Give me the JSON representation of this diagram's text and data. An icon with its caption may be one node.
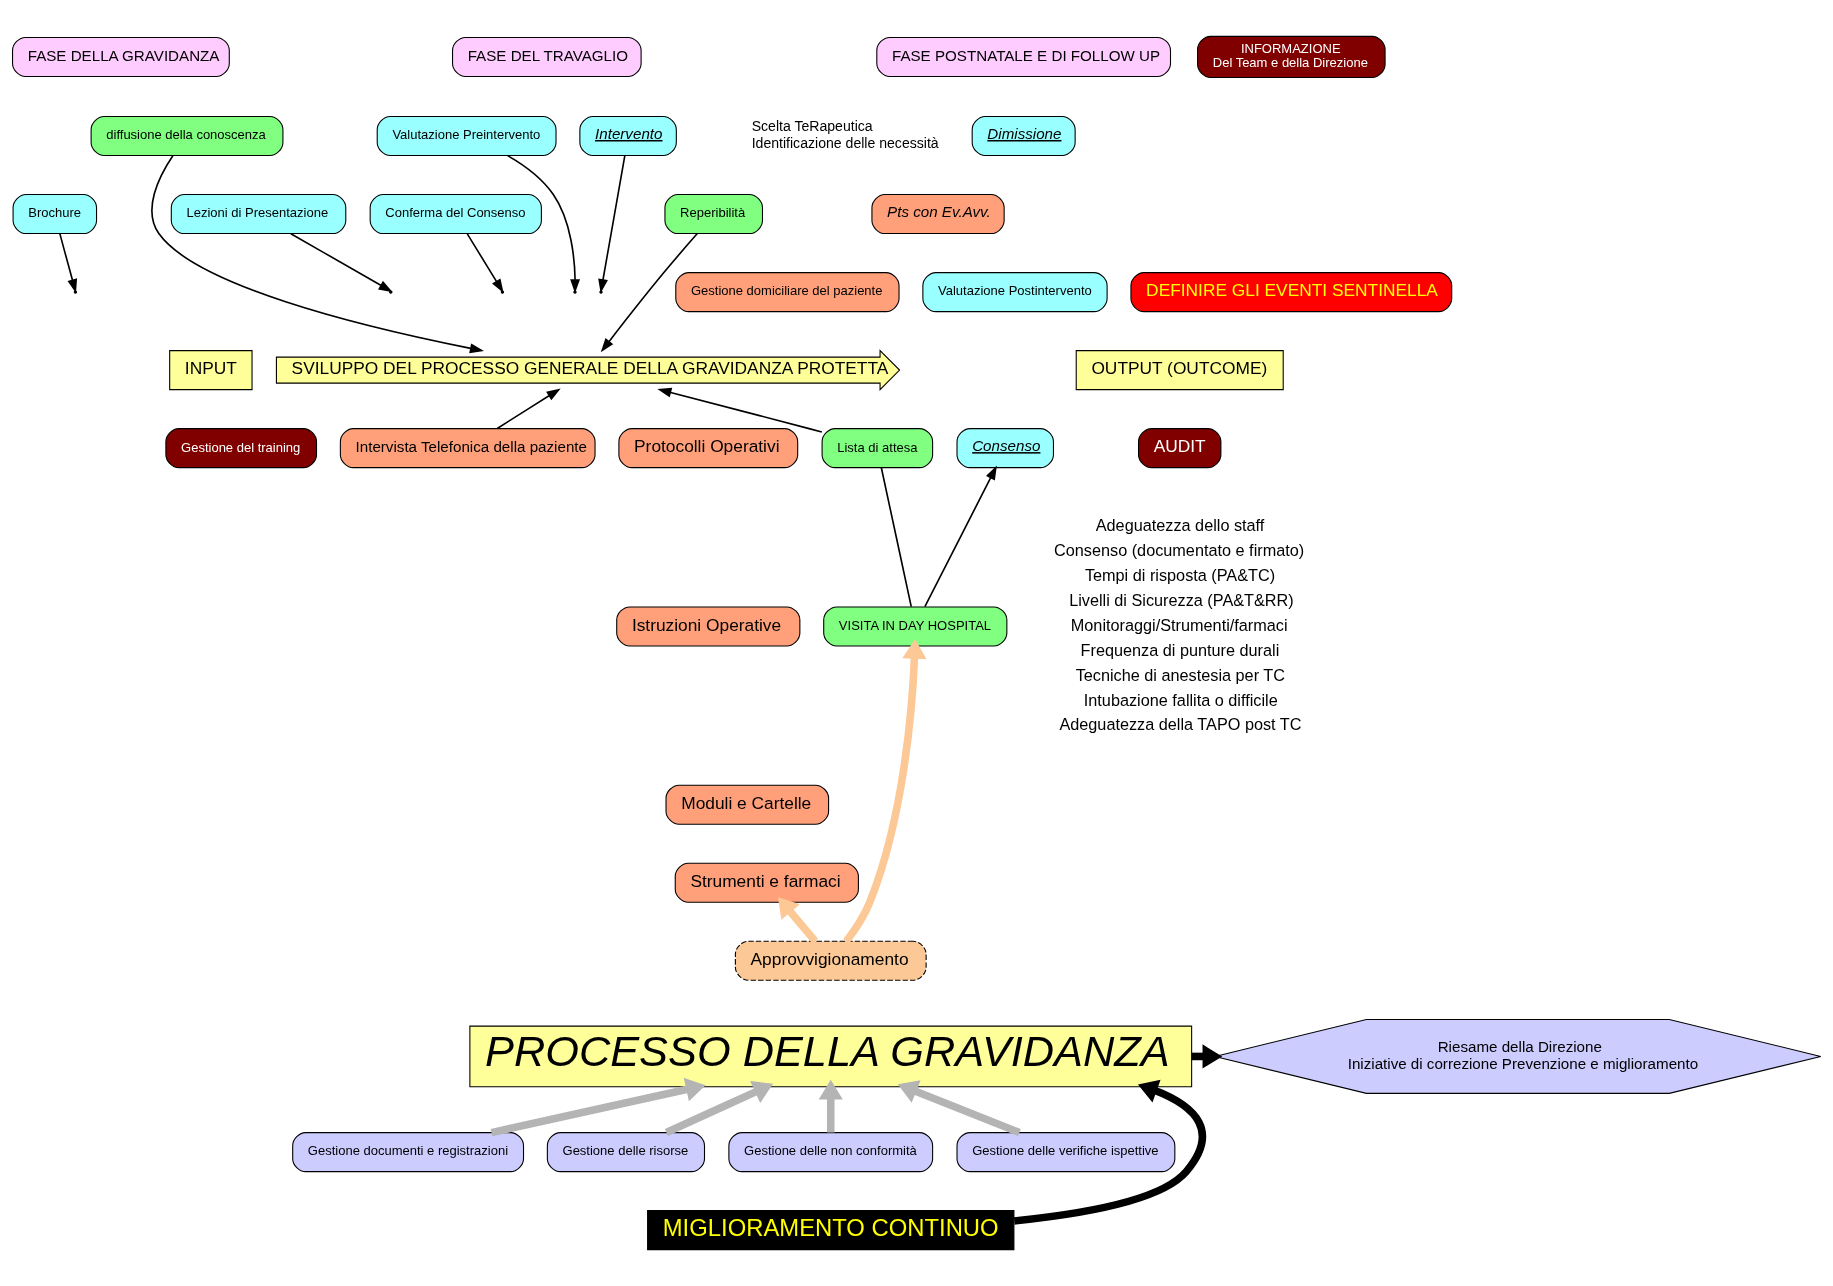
{
  "diagram": {
    "nodes": [
      {
        "text": [
          "FASE DELLA GRAVIDANZA"
        ]
      },
      {
        "text": [
          "FASE DEL TRAVAGLIO"
        ]
      },
      {
        "text": [
          "FASE POSTNATALE E DI FOLLOW UP"
        ]
      },
      {
        "text": [
          "Reperibilità"
        ]
      },
      {
        "text": [
          "Conferma del Consenso"
        ]
      },
      {
        "text": [
          "diffusione della conoscenza"
        ]
      },
      {
        "text": [
          "Brochure"
        ]
      },
      {
        "text": [
          "Lezioni di Presentazione"
        ]
      },
      {
        "text": [
          "Valutazione Preintervento"
        ]
      },
      {
        "text": [
          "Intervento"
        ],
        "beside": [
          "Scelta TeRapeutica",
          "Identificazione delle necessità"
        ]
      },
      {
        "text": [
          "Dimissione"
        ]
      },
      {
        "text": [
          "INFORMAZIONE",
          "Del Team e della Direzione"
        ]
      },
      {
        "text": [
          "DEFINIRE GLI EVENTI SENTINELLA"
        ]
      },
      {
        "text": [
          "Pts con Ev.Avv."
        ]
      },
      {
        "text": [
          "Gestione domiciliare del paziente"
        ]
      },
      {
        "text": [
          "Valutazione Postintervento"
        ]
      },
      {
        "text": [
          "INPUT"
        ]
      },
      {
        "text": [
          "SVILUPPO DEL PROCESSO GENERALE DELLA GRAVIDANZA PROTETTA"
        ]
      },
      {
        "text": [
          "OUTPUT (OUTCOME)"
        ]
      },
      {
        "text": [
          "AUDIT"
        ]
      },
      {
        "text": [
          "Lista di attesa"
        ]
      },
      {
        "text": [
          "Consenso"
        ]
      },
      {
        "text": [
          "VISITA IN DAY HOSPITAL"
        ]
      },
      {
        "text": [
          "Protocolli Operativi"
        ]
      },
      {
        "text": [
          "Gestione del training"
        ]
      },
      {
        "text": [
          "Istruzioni Operative"
        ]
      },
      {
        "text": [
          "Moduli e Cartelle"
        ]
      },
      {
        "text": [
          "Strumenti e farmaci"
        ]
      },
      {
        "text": [
          "Intervista Telefonica della paziente"
        ]
      },
      {
        "text": [
          "Approvvigionamento"
        ]
      },
      {
        "text": [
          "PROCESSO DELLA GRAVIDANZA"
        ]
      },
      {
        "text": [
          "Riesame della Direzione",
          "Iniziative di correzione Prevenzione e miglioramento"
        ]
      },
      {
        "text": [
          "Gestione documenti e registrazioni"
        ]
      },
      {
        "text": [
          "Gestione delle risorse"
        ]
      },
      {
        "text": [
          "Gestione delle non conformità"
        ]
      },
      {
        "text": [
          "Gestione delle verifiche ispettive"
        ]
      },
      {
        "text": [
          "MIGLIORAMENTO CONTINUO"
        ]
      }
    ],
    "edges": [
      {
        "from": 5,
        "to": 17,
        "arrow": "to"
      },
      {
        "from": 6,
        "to": null,
        "arrow": "to"
      },
      {
        "from": 7,
        "to": null,
        "arrow": "to"
      },
      {
        "from": 3,
        "to": 17,
        "arrow": "to"
      },
      {
        "from": 4,
        "to": null,
        "arrow": "to"
      },
      {
        "from": 8,
        "to": null,
        "arrow": "to"
      },
      {
        "from": 9,
        "to": null,
        "arrow": "to"
      },
      {
        "from": 28,
        "to": 17,
        "arrow": "to"
      },
      {
        "from": 22,
        "to": 20,
        "arrow": "none"
      },
      {
        "from": 20,
        "to": 17,
        "arrow": "to"
      },
      {
        "from": 22,
        "to": 21,
        "arrow": "to"
      },
      {
        "from": 29,
        "to": 22,
        "arrow": "to",
        "style": "thick",
        "color": "#fcc896"
      },
      {
        "from": 29,
        "to": 27,
        "arrow": "to",
        "style": "thick",
        "color": "#fcc896"
      },
      {
        "from": 32,
        "to": 30,
        "arrow": "to",
        "style": "thick",
        "color": "#b4b4b4"
      },
      {
        "from": 33,
        "to": 30,
        "arrow": "to",
        "style": "thick",
        "color": "#b4b4b4"
      },
      {
        "from": 34,
        "to": 30,
        "arrow": "to",
        "style": "thick",
        "color": "#b4b4b4"
      },
      {
        "from": 35,
        "to": 30,
        "arrow": "to",
        "style": "thick",
        "color": "#b4b4b4"
      },
      {
        "from": 30,
        "to": 31,
        "arrow": "to",
        "style": "thick"
      },
      {
        "from": 36,
        "to": 30,
        "arrow": "to",
        "style": "thick"
      }
    ],
    "labels": [
      "Adeguatezza dello staff",
      "Consenso (documentato e firmato)",
      "Tempi di risposta (PA&TC)",
      "Livelli di Sicurezza (PA&T&RR)",
      "Monitoraggi/Strumenti/farmaci",
      "Frequenza di punture durali",
      "Tecniche di anestesia per TC",
      "Intubazione fallita o difficile",
      "Adeguatezza della TAPO post TC"
    ]
  }
}
